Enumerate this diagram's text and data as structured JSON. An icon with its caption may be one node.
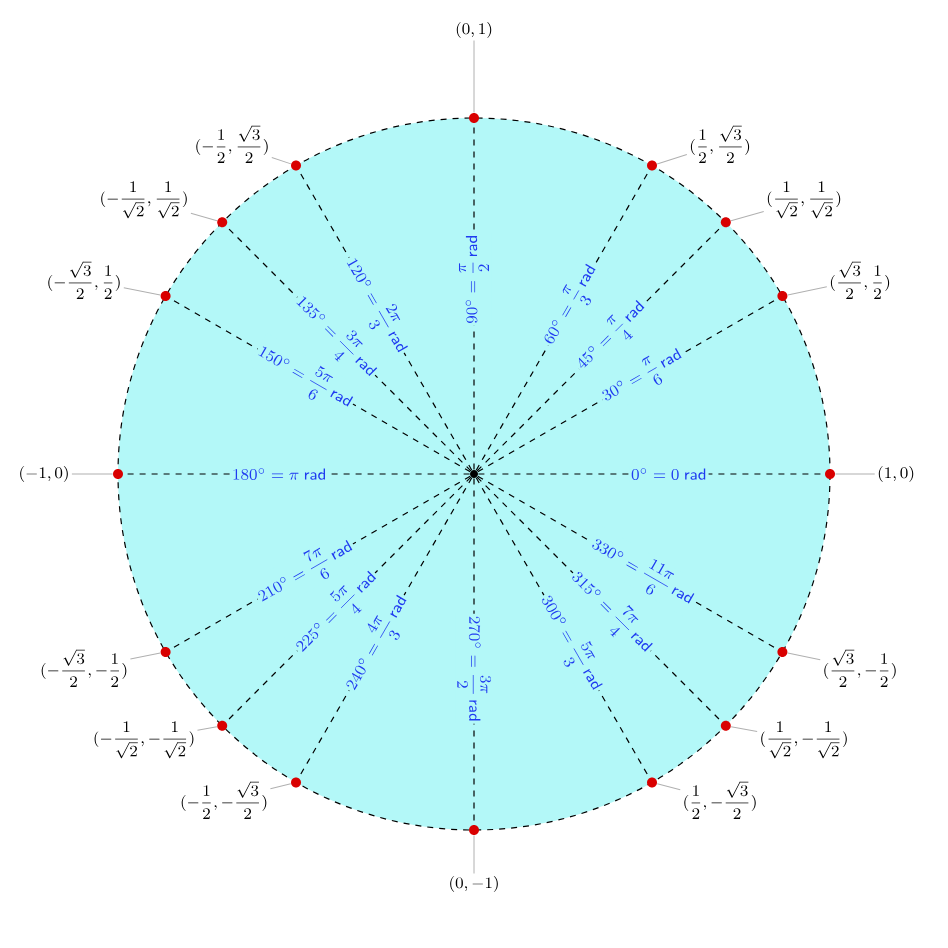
{
  "diagram": {
    "nodes": [
      {
        "text": [],
        "shape": "circle"
      },
      {
        "text": [],
        "shape": "circle"
      },
      {
        "text": [],
        "shape": "circle"
      },
      {
        "text": [],
        "shape": "circle"
      },
      {
        "text": [],
        "shape": "circle"
      },
      {
        "text": [],
        "shape": "circle"
      },
      {
        "text": [],
        "shape": "circle"
      },
      {
        "text": [],
        "shape": "circle"
      },
      {
        "text": [],
        "shape": "circle"
      },
      {
        "text": [],
        "shape": "circle"
      },
      {
        "text": [],
        "shape": "circle"
      },
      {
        "text": [],
        "shape": "circle"
      },
      {
        "text": [],
        "shape": "circle"
      },
      {
        "text": [],
        "shape": "circle"
      },
      {
        "text": [],
        "shape": "circle"
      },
      {
        "text": [],
        "shape": "circle"
      },
      {
        "text": [],
        "shape": "circle"
      },
      {
        "text": [
          "(1,0)"
        ]
      },
      {
        "text": [
          "(\\dfrac{\\sqrt{3}}{2},\\dfrac{1}{2})"
        ]
      },
      {
        "text": [
          "(\\dfrac{1}{\\sqrt{2}},\\dfrac{1}{\\sqrt{2}})"
        ]
      },
      {
        "text": [
          "(\\dfrac{1}{2},\\dfrac{\\sqrt{3}}{2})"
        ]
      },
      {
        "text": [
          "(0,1)"
        ]
      },
      {
        "text": [
          "(-\\dfrac{1}{2},\\dfrac{\\sqrt{3}}{2})"
        ]
      },
      {
        "text": [
          "(-\\dfrac{1}{\\sqrt{2}},\\dfrac{1}{\\sqrt{2}})"
        ]
      },
      {
        "text": [
          "(-\\dfrac{\\sqrt{3}}{2},\\dfrac{1}{2})"
        ]
      },
      {
        "text": [
          "(-1,0)"
        ]
      },
      {
        "text": [
          "(-\\dfrac{\\sqrt{3}}{2},-\\dfrac{1}{2})"
        ]
      },
      {
        "text": [
          "(-\\dfrac{1}{\\sqrt{2}},-\\dfrac{1}{\\sqrt{2}})"
        ]
      },
      {
        "text": [
          "(-\\dfrac{1}{2},-\\dfrac{\\sqrt{3}}{2})"
        ]
      },
      {
        "text": [
          "(0,-1)"
        ]
      },
      {
        "text": [
          "(\\dfrac{1}{2},-\\dfrac{\\sqrt{3}}{2})"
        ]
      },
      {
        "text": [
          "(\\dfrac{1}{\\sqrt{2}},-\\dfrac{1}{\\sqrt{2}})"
        ]
      },
      {
        "text": [
          "(\\dfrac{\\sqrt{3}}{2},-\\dfrac{1}{2})"
        ]
      }
    ],
    "edges": [
      {
        "from": 0,
        "to": 1,
        "arrow": "none",
        "style": "dashed",
        "label": "0^\\circ = 0\\ \\mathsf{rad}"
      },
      {
        "from": 0,
        "to": 2,
        "arrow": "none",
        "style": "dashed",
        "label": "30^\\circ = \\dfrac{\\pi}{6}\\,\\mathsf{rad}"
      },
      {
        "from": 0,
        "to": 3,
        "arrow": "none",
        "style": "dashed",
        "label": "45^\\circ = \\dfrac{\\pi}{4}\\,\\mathsf{rad}"
      },
      {
        "from": 0,
        "to": 4,
        "arrow": "none",
        "style": "dashed",
        "label": "60^\\circ = \\dfrac{\\pi}{3}\\,\\mathsf{rad}"
      },
      {
        "from": 0,
        "to": 5,
        "arrow": "none",
        "style": "dashed",
        "label": "90^\\circ = \\dfrac{\\pi}{2}\\,\\mathsf{rad}"
      },
      {
        "from": 0,
        "to": 6,
        "arrow": "none",
        "style": "dashed",
        "label": "120^\\circ = \\dfrac{2\\pi}{3}\\,\\mathsf{rad}"
      },
      {
        "from": 0,
        "to": 7,
        "arrow": "none",
        "style": "dashed",
        "label": "135^\\circ = \\dfrac{3\\pi}{4}\\,\\mathsf{rad}"
      },
      {
        "from": 0,
        "to": 8,
        "arrow": "none",
        "style": "dashed",
        "label": "150^\\circ = \\dfrac{5\\pi}{6}\\,\\mathsf{rad}"
      },
      {
        "from": 0,
        "to": 9,
        "arrow": "none",
        "style": "dashed",
        "label": "180^\\circ = \\pi\\ \\mathsf{rad}"
      },
      {
        "from": 0,
        "to": 10,
        "arrow": "none",
        "style": "dashed",
        "label": "210^\\circ = \\dfrac{7\\pi}{6}\\,\\mathsf{rad}"
      },
      {
        "from": 0,
        "to": 11,
        "arrow": "none",
        "style": "dashed",
        "label": "225^\\circ = \\dfrac{5\\pi}{4}\\,\\mathsf{rad}"
      },
      {
        "from": 0,
        "to": 12,
        "arrow": "none",
        "style": "dashed",
        "label": "240^\\circ = \\dfrac{4\\pi}{3}\\,\\mathsf{rad}"
      },
      {
        "from": 0,
        "to": 13,
        "arrow": "none",
        "style": "dashed",
        "label": "270^\\circ = \\dfrac{3\\pi}{2}\\,\\mathsf{rad}"
      },
      {
        "from": 0,
        "to": 14,
        "arrow": "none",
        "style": "dashed",
        "label": "300^\\circ = \\dfrac{5\\pi}{3}\\,\\mathsf{rad}"
      },
      {
        "from": 0,
        "to": 15,
        "arrow": "none",
        "style": "dashed",
        "label": "315^\\circ = \\dfrac{7\\pi}{4}\\,\\mathsf{rad}"
      },
      {
        "from": 0,
        "to": 16,
        "arrow": "none",
        "style": "dashed",
        "label": "330^\\circ = \\dfrac{11\\pi}{6}\\,\\mathsf{rad}"
      },
      {
        "from": 17,
        "to": 1,
        "arrow": "none",
        "color": "#b0b0b0"
      },
      {
        "from": 18,
        "to": 2,
        "arrow": "none",
        "color": "#b0b0b0"
      },
      {
        "from": 19,
        "to": 3,
        "arrow": "none",
        "color": "#b0b0b0"
      },
      {
        "from": 20,
        "to": 4,
        "arrow": "none",
        "color": "#b0b0b0"
      },
      {
        "from": 21,
        "to": 5,
        "arrow": "none",
        "color": "#b0b0b0"
      },
      {
        "from": 22,
        "to": 6,
        "arrow": "none",
        "color": "#b0b0b0"
      },
      {
        "from": 23,
        "to": 7,
        "arrow": "none",
        "color": "#b0b0b0"
      },
      {
        "from": 24,
        "to": 8,
        "arrow": "none",
        "color": "#b0b0b0"
      },
      {
        "from": 25,
        "to": 9,
        "arrow": "none",
        "color": "#b0b0b0"
      },
      {
        "from": 26,
        "to": 10,
        "arrow": "none",
        "color": "#b0b0b0"
      },
      {
        "from": 27,
        "to": 11,
        "arrow": "none",
        "color": "#b0b0b0"
      },
      {
        "from": 28,
        "to": 12,
        "arrow": "none",
        "color": "#b0b0b0"
      },
      {
        "from": 29,
        "to": 13,
        "arrow": "none",
        "color": "#b0b0b0"
      },
      {
        "from": 30,
        "to": 14,
        "arrow": "none",
        "color": "#b0b0b0"
      },
      {
        "from": 31,
        "to": 15,
        "arrow": "none",
        "color": "#b0b0b0"
      },
      {
        "from": 32,
        "to": 16,
        "arrow": "none",
        "color": "#b0b0b0"
      }
    ]
  }
}
